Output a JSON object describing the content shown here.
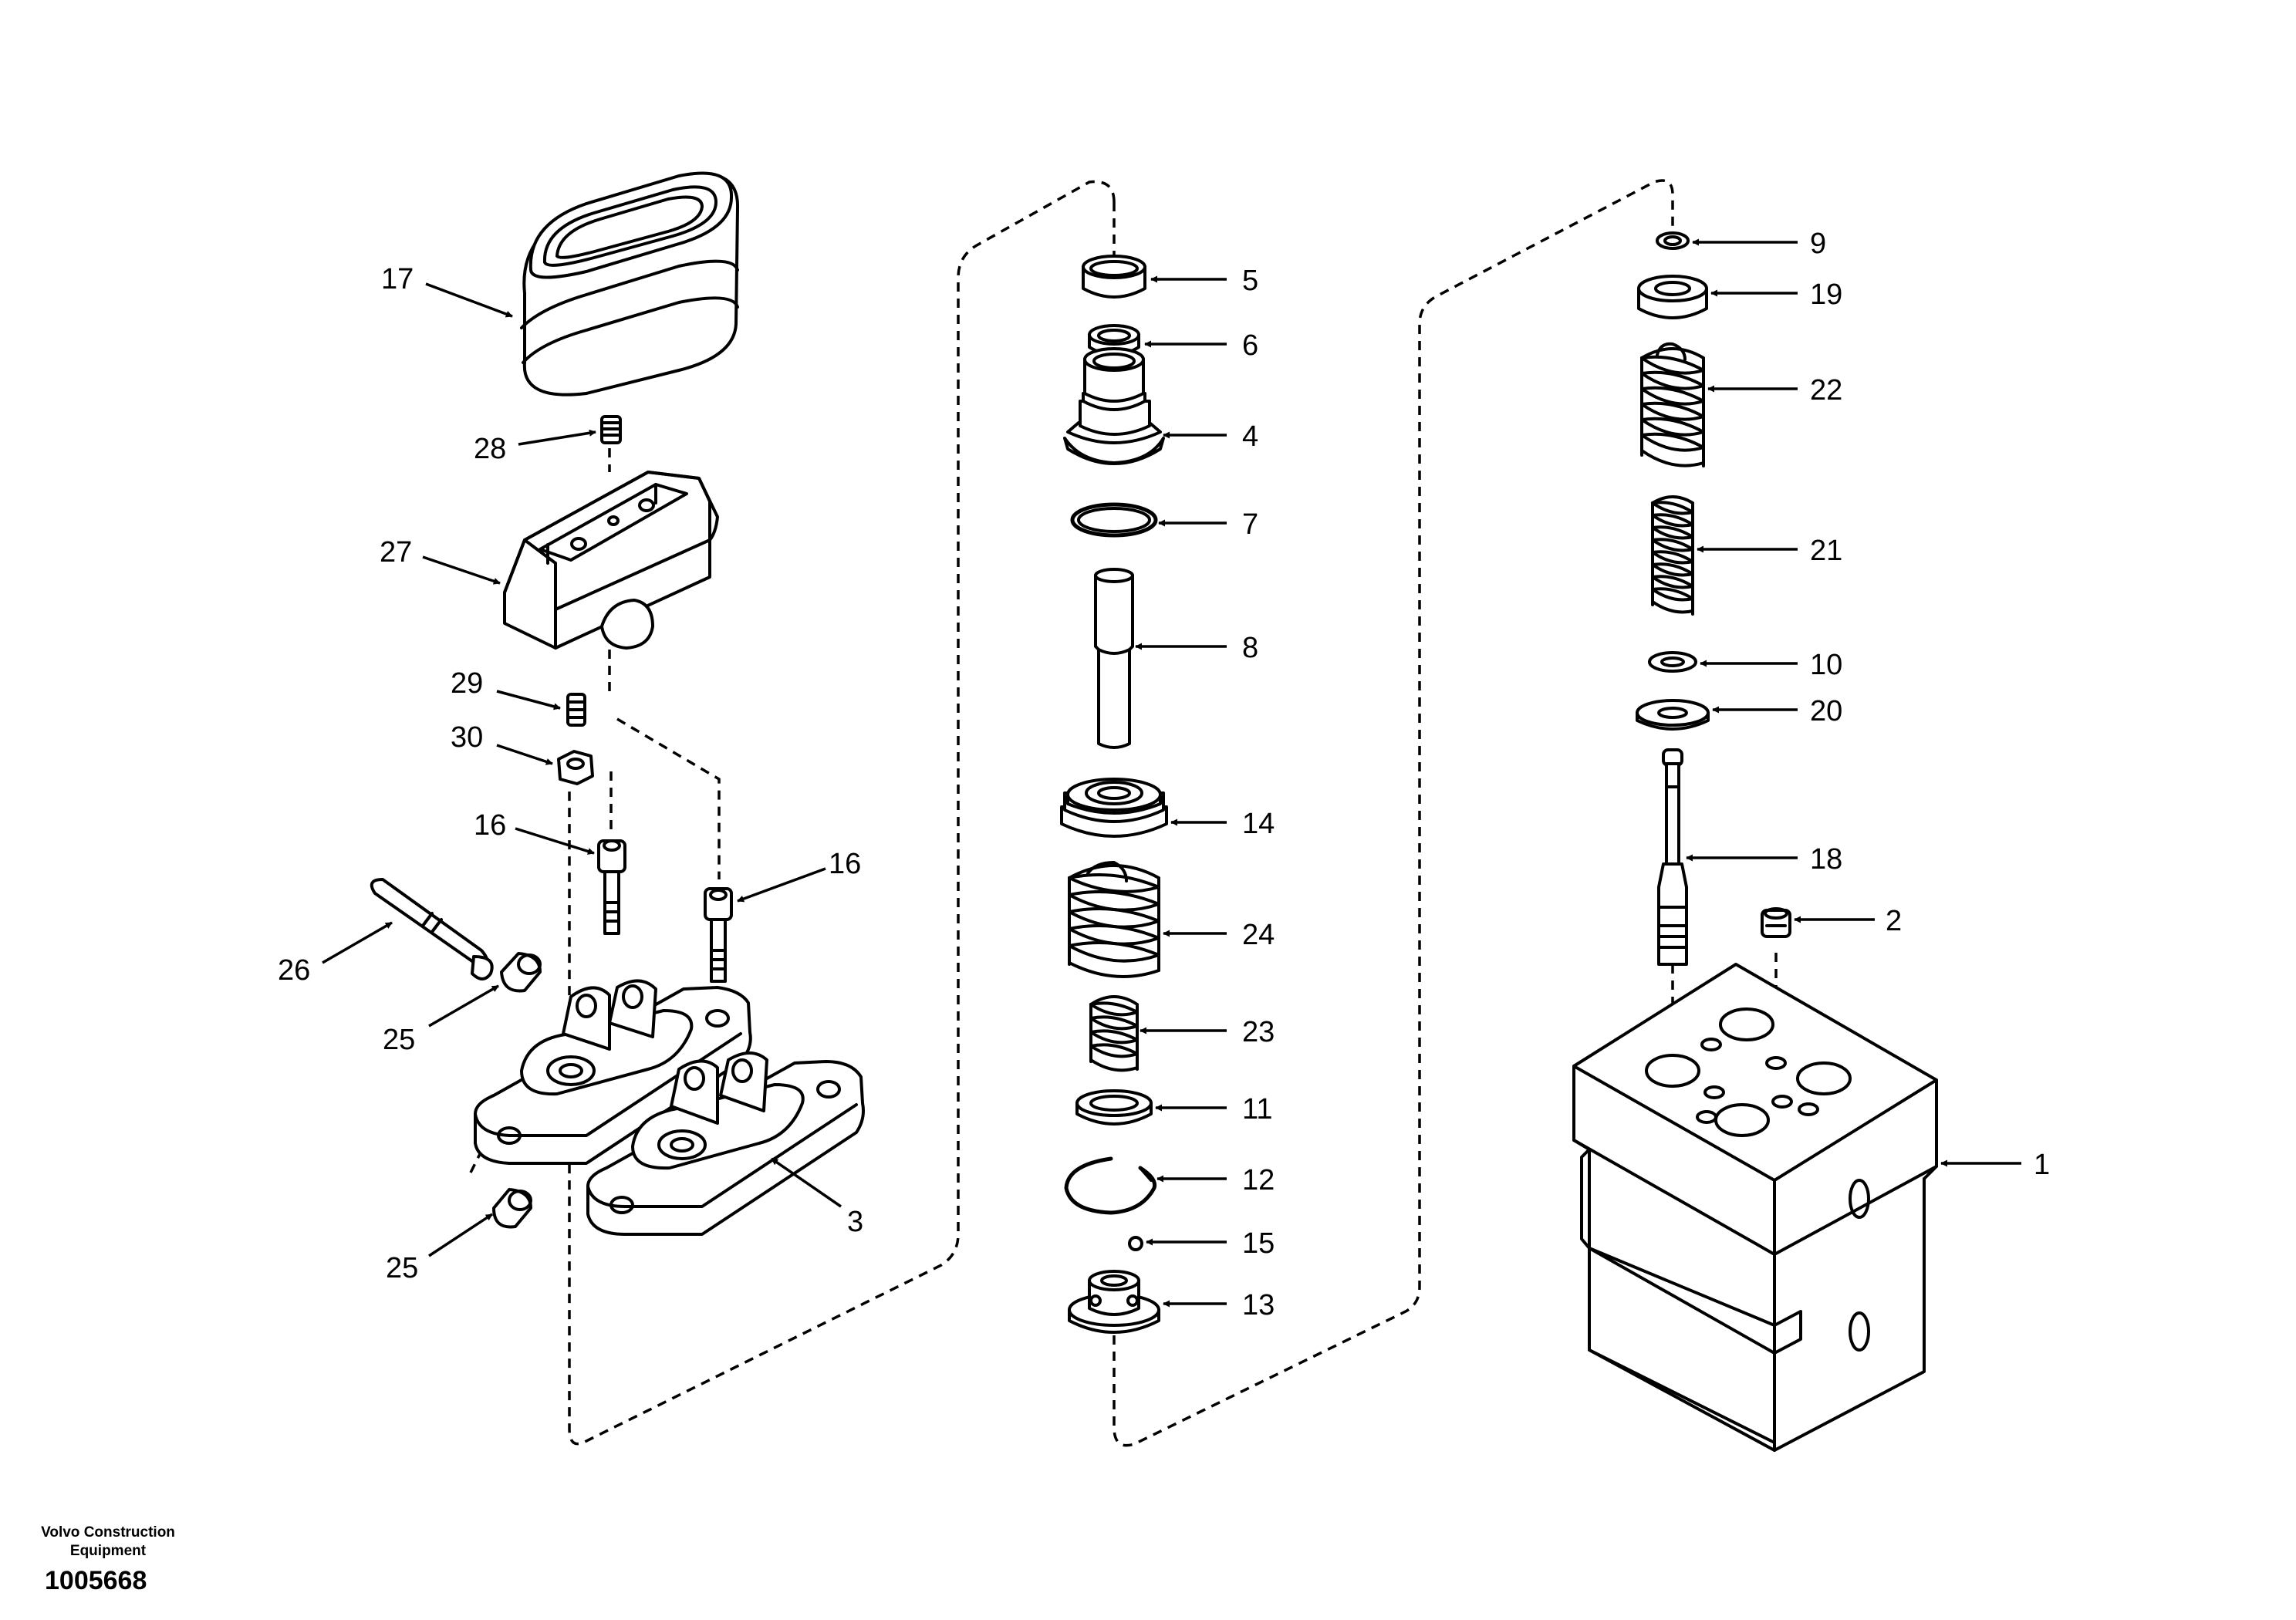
{
  "diagram": {
    "callouts": [
      {
        "id": "17",
        "label": "17"
      },
      {
        "id": "28",
        "label": "28"
      },
      {
        "id": "27",
        "label": "27"
      },
      {
        "id": "29",
        "label": "29"
      },
      {
        "id": "30",
        "label": "30"
      },
      {
        "id": "16a",
        "label": "16"
      },
      {
        "id": "16b",
        "label": "16"
      },
      {
        "id": "26",
        "label": "26"
      },
      {
        "id": "25a",
        "label": "25"
      },
      {
        "id": "25b",
        "label": "25"
      },
      {
        "id": "3",
        "label": "3"
      },
      {
        "id": "5",
        "label": "5"
      },
      {
        "id": "6",
        "label": "6"
      },
      {
        "id": "4",
        "label": "4"
      },
      {
        "id": "7",
        "label": "7"
      },
      {
        "id": "8",
        "label": "8"
      },
      {
        "id": "14",
        "label": "14"
      },
      {
        "id": "24",
        "label": "24"
      },
      {
        "id": "23",
        "label": "23"
      },
      {
        "id": "11",
        "label": "11"
      },
      {
        "id": "12",
        "label": "12"
      },
      {
        "id": "15",
        "label": "15"
      },
      {
        "id": "13",
        "label": "13"
      },
      {
        "id": "9",
        "label": "9"
      },
      {
        "id": "19",
        "label": "19"
      },
      {
        "id": "22",
        "label": "22"
      },
      {
        "id": "21",
        "label": "21"
      },
      {
        "id": "10",
        "label": "10"
      },
      {
        "id": "20",
        "label": "20"
      },
      {
        "id": "18",
        "label": "18"
      },
      {
        "id": "2",
        "label": "2"
      },
      {
        "id": "1",
        "label": "1"
      }
    ]
  },
  "footer": {
    "brand_line1": "Volvo Construction",
    "brand_line2": "Equipment",
    "document_number": "1005668"
  }
}
